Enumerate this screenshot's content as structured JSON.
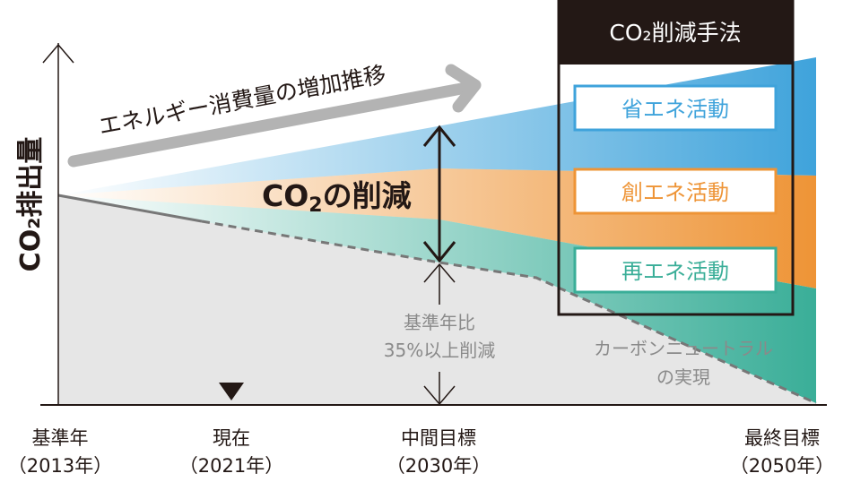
{
  "y_axis_label": "CO₂排出量",
  "trend_arrow_label": "エネルギー消費量の増加推移",
  "reduction_label": {
    "main": "CO",
    "sub": "2",
    "rest": "の削減"
  },
  "target_note": {
    "line1": "基準年比",
    "line2": "35%以上削減"
  },
  "neutral_note": {
    "line1": "カーボンニュートラル",
    "line2": "の実現"
  },
  "methods_box": {
    "title": "CO₂削減手法",
    "items": [
      {
        "label": "省エネ活動",
        "color": "#3fa3db"
      },
      {
        "label": "創エネ活動",
        "color": "#ee9436"
      },
      {
        "label": "再エネ活動",
        "color": "#3aae98"
      }
    ]
  },
  "timeline": [
    {
      "label": "基準年",
      "year": "（2013年）"
    },
    {
      "label": "現在",
      "year": "（2021年）"
    },
    {
      "label": "中間目標",
      "year": "（2030年）"
    },
    {
      "label": "最終目標",
      "year": "（2050年）"
    }
  ],
  "colors": {
    "baseline_area": "#e6e6e6",
    "line": "#777777",
    "arrow": "#b3b3b3",
    "box": "#231815"
  }
}
